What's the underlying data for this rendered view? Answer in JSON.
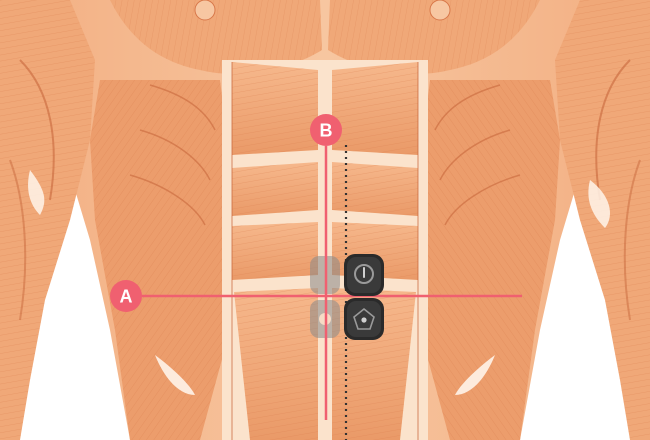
{
  "diagram": {
    "markers": [
      {
        "id": "A",
        "label": "A"
      },
      {
        "id": "B",
        "label": "B"
      }
    ],
    "colors": {
      "skin_light": "#fbe6d1",
      "muscle_base": "#f0a878",
      "muscle_mid": "#e88f5e",
      "muscle_dark": "#c8683c",
      "fiber": "#d8784a",
      "tendon": "#fff4ea",
      "guide_line": "#f06070",
      "marker_fill": "#f06070",
      "sensor_body": "#2a2a2a",
      "sensor_ring": "#9a9a9a",
      "ghost": "#8a8a8a",
      "dotted_line": "#333333"
    },
    "icons": {
      "sensor_top": "power-button-icon",
      "sensor_bottom": "dot-icon"
    }
  }
}
